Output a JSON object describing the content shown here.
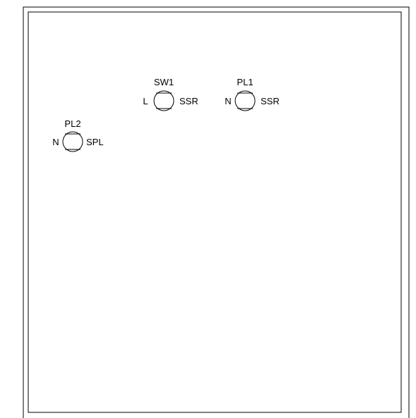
{
  "components": [
    {
      "id": "sw1",
      "ref": "SW1",
      "left_pin": "L",
      "right_pin": "SSR"
    },
    {
      "id": "pl1",
      "ref": "PL1",
      "left_pin": "N",
      "right_pin": "SSR"
    },
    {
      "id": "pl2",
      "ref": "PL2",
      "left_pin": "N",
      "right_pin": "SPL"
    }
  ],
  "colors": {
    "line": "#000000",
    "background": "#ffffff"
  }
}
